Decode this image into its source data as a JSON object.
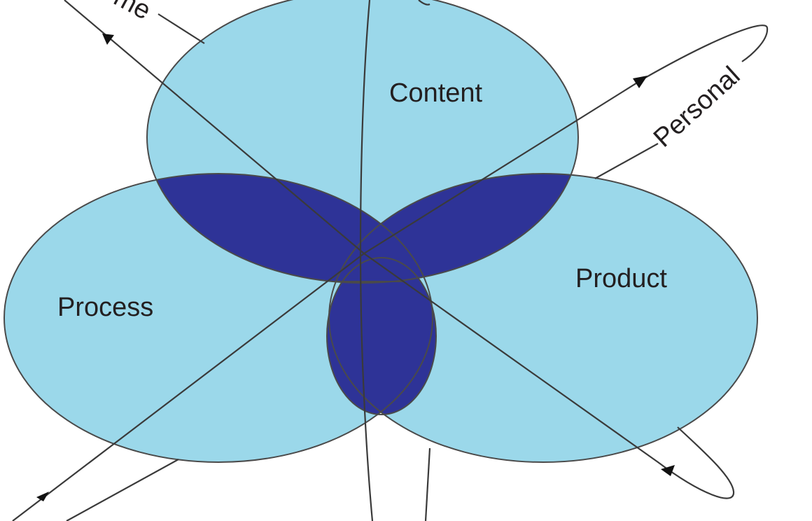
{
  "colors": {
    "set_fill": "#9bd8ea",
    "overlap_fill": "#2e3397",
    "outline": "#4a4a4a",
    "text": "#231f20"
  },
  "sets": {
    "content": "Content",
    "process": "Process",
    "product": "Product"
  },
  "axes": {
    "personal": "Personal",
    "top_left_partial": "me"
  }
}
